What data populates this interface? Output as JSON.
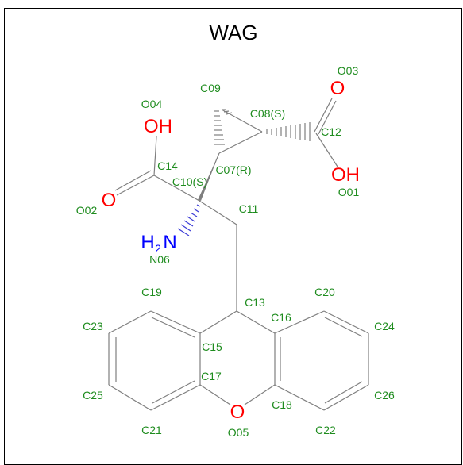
{
  "title": "WAG",
  "colors": {
    "atom_label": "#1e8c1e",
    "oxygen": "#ff0000",
    "nitrogen": "#0000ff",
    "bond": "#7f7f7f"
  },
  "atom_labels": {
    "O03": "O03",
    "C09": "C09",
    "O04": "O04",
    "C08": "C08(S)",
    "C12": "C12",
    "C14": "C14",
    "C07": "C07(R)",
    "C10": "C10(S)",
    "O01": "O01",
    "O02": "O02",
    "C11": "C11",
    "N06": "N06",
    "C19": "C19",
    "C13": "C13",
    "C20": "C20",
    "C23": "C23",
    "C16": "C16",
    "C24": "C24",
    "C15": "C15",
    "C17": "C17",
    "C25": "C25",
    "C18": "C18",
    "C26": "C26",
    "C21": "C21",
    "O05": "O05",
    "C22": "C22"
  },
  "heteroatoms": {
    "o03": "O",
    "oh_top": "OH",
    "oh_right": "OH",
    "o02": "O",
    "n_h": "H",
    "n_sub": "2",
    "n_n": "N",
    "o05": "O"
  }
}
